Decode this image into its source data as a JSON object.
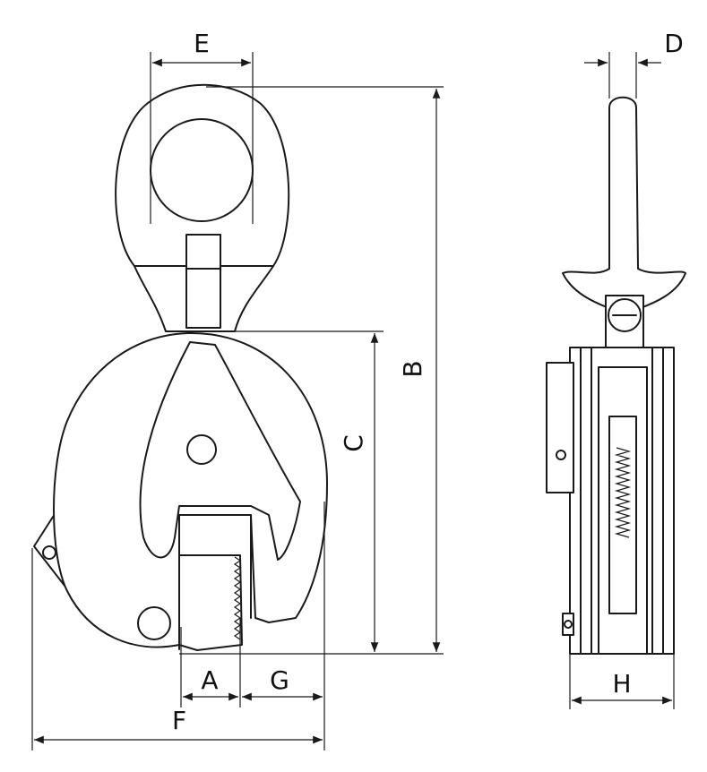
{
  "dimensions": {
    "E": "E",
    "D": "D",
    "B": "B",
    "C": "C",
    "A": "A",
    "G": "G",
    "F": "F",
    "H": "H"
  }
}
